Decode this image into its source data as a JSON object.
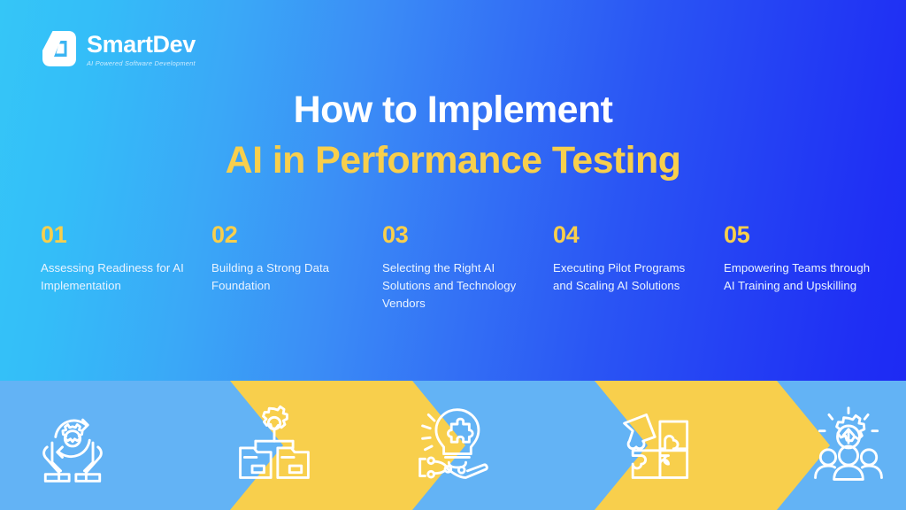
{
  "brand": {
    "logo_icon": "smartdev-d-mark-icon",
    "name": "SmartDev",
    "tagline": "AI Powered Software Development",
    "colors": {
      "accent_yellow": "#f8cf4c",
      "light_blue": "#63b3f5",
      "deep_blue": "#2b4ef2",
      "white": "#ffffff",
      "bg_start": "#35c6f7",
      "bg_end": "#1d28f3"
    }
  },
  "title": {
    "line1": "How to Implement",
    "line2": "AI in Performance Testing"
  },
  "steps": [
    {
      "number": "01",
      "text": "Assessing Readiness for AI Implementation",
      "icon": "hands-holding-gear-icon",
      "chevron_color": "#63b3f5"
    },
    {
      "number": "02",
      "text": "Building a Strong Data Foundation",
      "icon": "gear-over-data-boxes-icon",
      "chevron_color": "#f8cf4c"
    },
    {
      "number": "03",
      "text": "Selecting the Right AI Solutions and Technology Vendors",
      "icon": "lightbulb-puzzle-in-hand-icon",
      "chevron_color": "#63b3f5"
    },
    {
      "number": "04",
      "text": "Executing Pilot Programs and Scaling AI Solutions",
      "icon": "puzzle-pieces-icon",
      "chevron_color": "#f8cf4c"
    },
    {
      "number": "05",
      "text": "Empowering Teams through AI Training and Upskilling",
      "icon": "team-with-gear-arrow-icon",
      "chevron_color": "#63b3f5"
    }
  ]
}
